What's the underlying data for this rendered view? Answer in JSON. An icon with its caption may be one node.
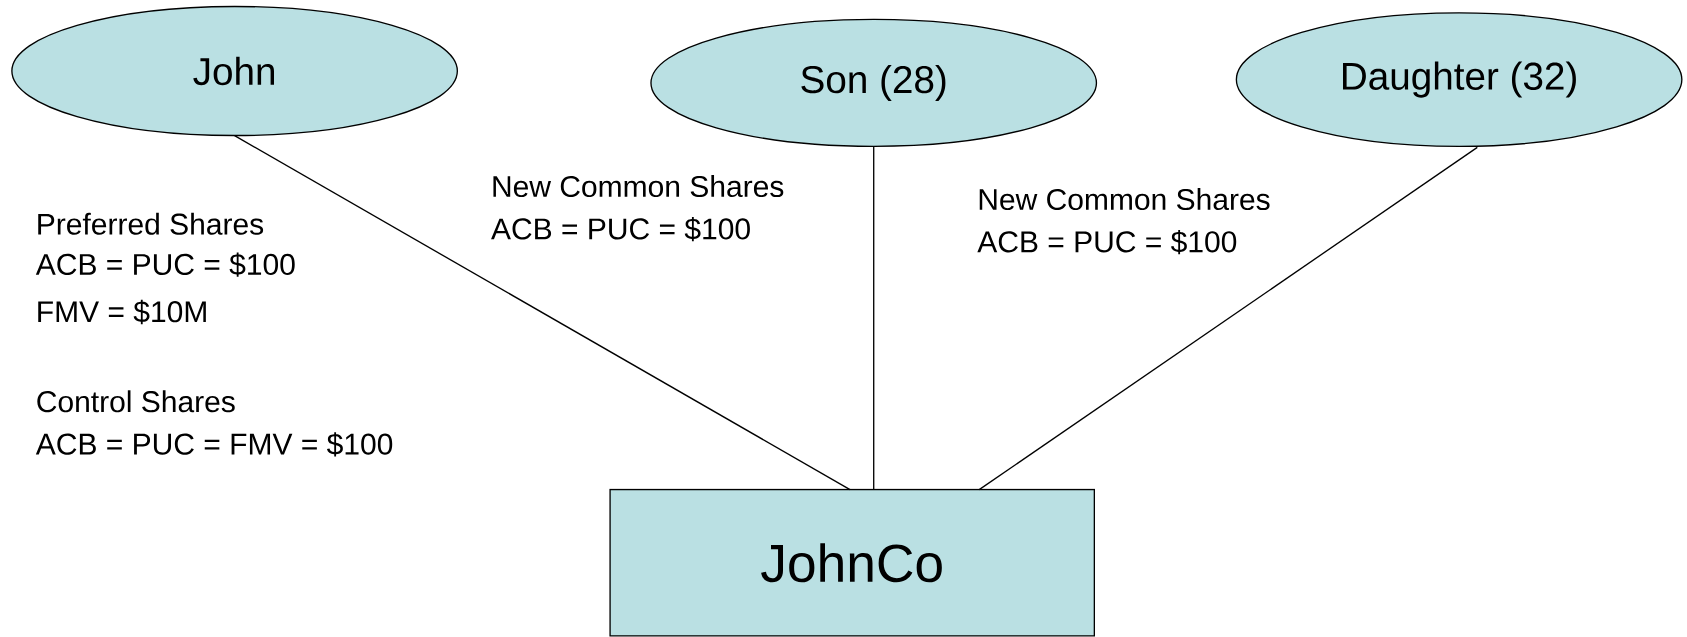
{
  "diagram": {
    "nodes": [
      {
        "text": [
          "John"
        ]
      },
      {
        "text": [
          "Son (28)"
        ]
      },
      {
        "text": [
          "Daughter (32)"
        ]
      },
      {
        "text": [
          "JohnCo"
        ]
      }
    ],
    "edges": [
      {
        "from": 0,
        "to": 3,
        "arrow": "none"
      },
      {
        "from": 1,
        "to": 3,
        "arrow": "none"
      },
      {
        "from": 2,
        "to": 3,
        "arrow": "none"
      }
    ],
    "labels": [
      "New Common Shares",
      "ACB = PUC = $100",
      "New Common Shares",
      "ACB = PUC = $100",
      "Preferred Shares",
      "ACB = PUC = $100",
      "FMV = $10M",
      "Control Shares",
      "ACB = PUC = FMV = $100"
    ]
  }
}
